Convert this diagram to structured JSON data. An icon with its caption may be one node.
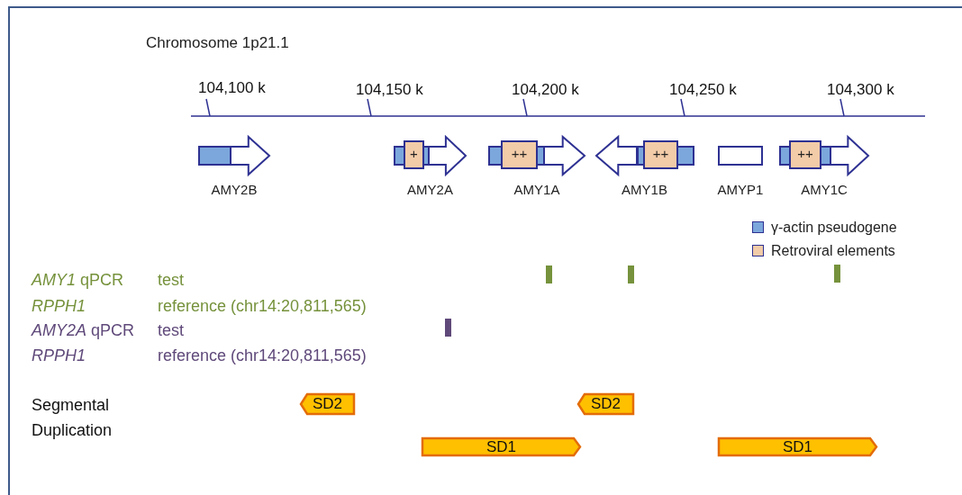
{
  "diagram": {
    "title": "Chromosome 1p21.1",
    "nodes": [
      {
        "text": [],
        "shape": "arrow",
        "beside": [
          "AMY2B"
        ]
      },
      {
        "text": [
          "+"
        ],
        "beside": [
          "AMY2A"
        ]
      },
      {
        "text": [
          "++"
        ],
        "beside": [
          "AMY1A"
        ]
      },
      {
        "text": [
          "++"
        ],
        "beside": [
          "AMY1B"
        ]
      },
      {
        "text": [],
        "shape": "box",
        "beside": [
          "AMYP1"
        ]
      },
      {
        "text": [
          "++"
        ],
        "beside": [
          "AMY1C"
        ]
      },
      {
        "text": [
          "SD2"
        ]
      },
      {
        "text": [
          "SD2"
        ]
      },
      {
        "text": [
          "SD1"
        ]
      },
      {
        "text": [
          "SD1"
        ]
      }
    ],
    "edges": [],
    "labels": [
      "104,100 k",
      "104,150 k",
      "104,200 k",
      "104,250 k",
      "104,300 k",
      "*AMY1* qPCR",
      "test",
      "RPPH1",
      "reference (chr14:20,811,565)",
      "*AMY2A* qPCR",
      "test",
      "RPPH1",
      "reference (chr14:20,811,565)",
      "Segmental Duplication"
    ],
    "legend": [
      {
        "text": "γ-actin pseudogene",
        "color": "#7ba7dc"
      },
      {
        "text": "Retroviral elements",
        "color": "#f2cba8"
      }
    ]
  }
}
